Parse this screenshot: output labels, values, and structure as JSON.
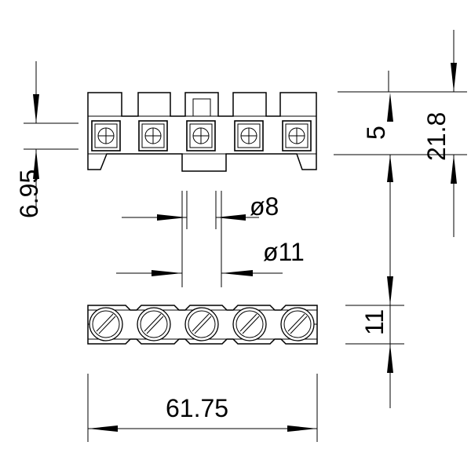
{
  "drawing": {
    "dimensions": {
      "width": "61.75",
      "total_height": "21.8",
      "clamp_height": "5",
      "side_offset": "6.95",
      "base_height": "11",
      "inner_diameter": "ø8",
      "outer_diameter": "ø11"
    },
    "terminal_count": 5
  }
}
